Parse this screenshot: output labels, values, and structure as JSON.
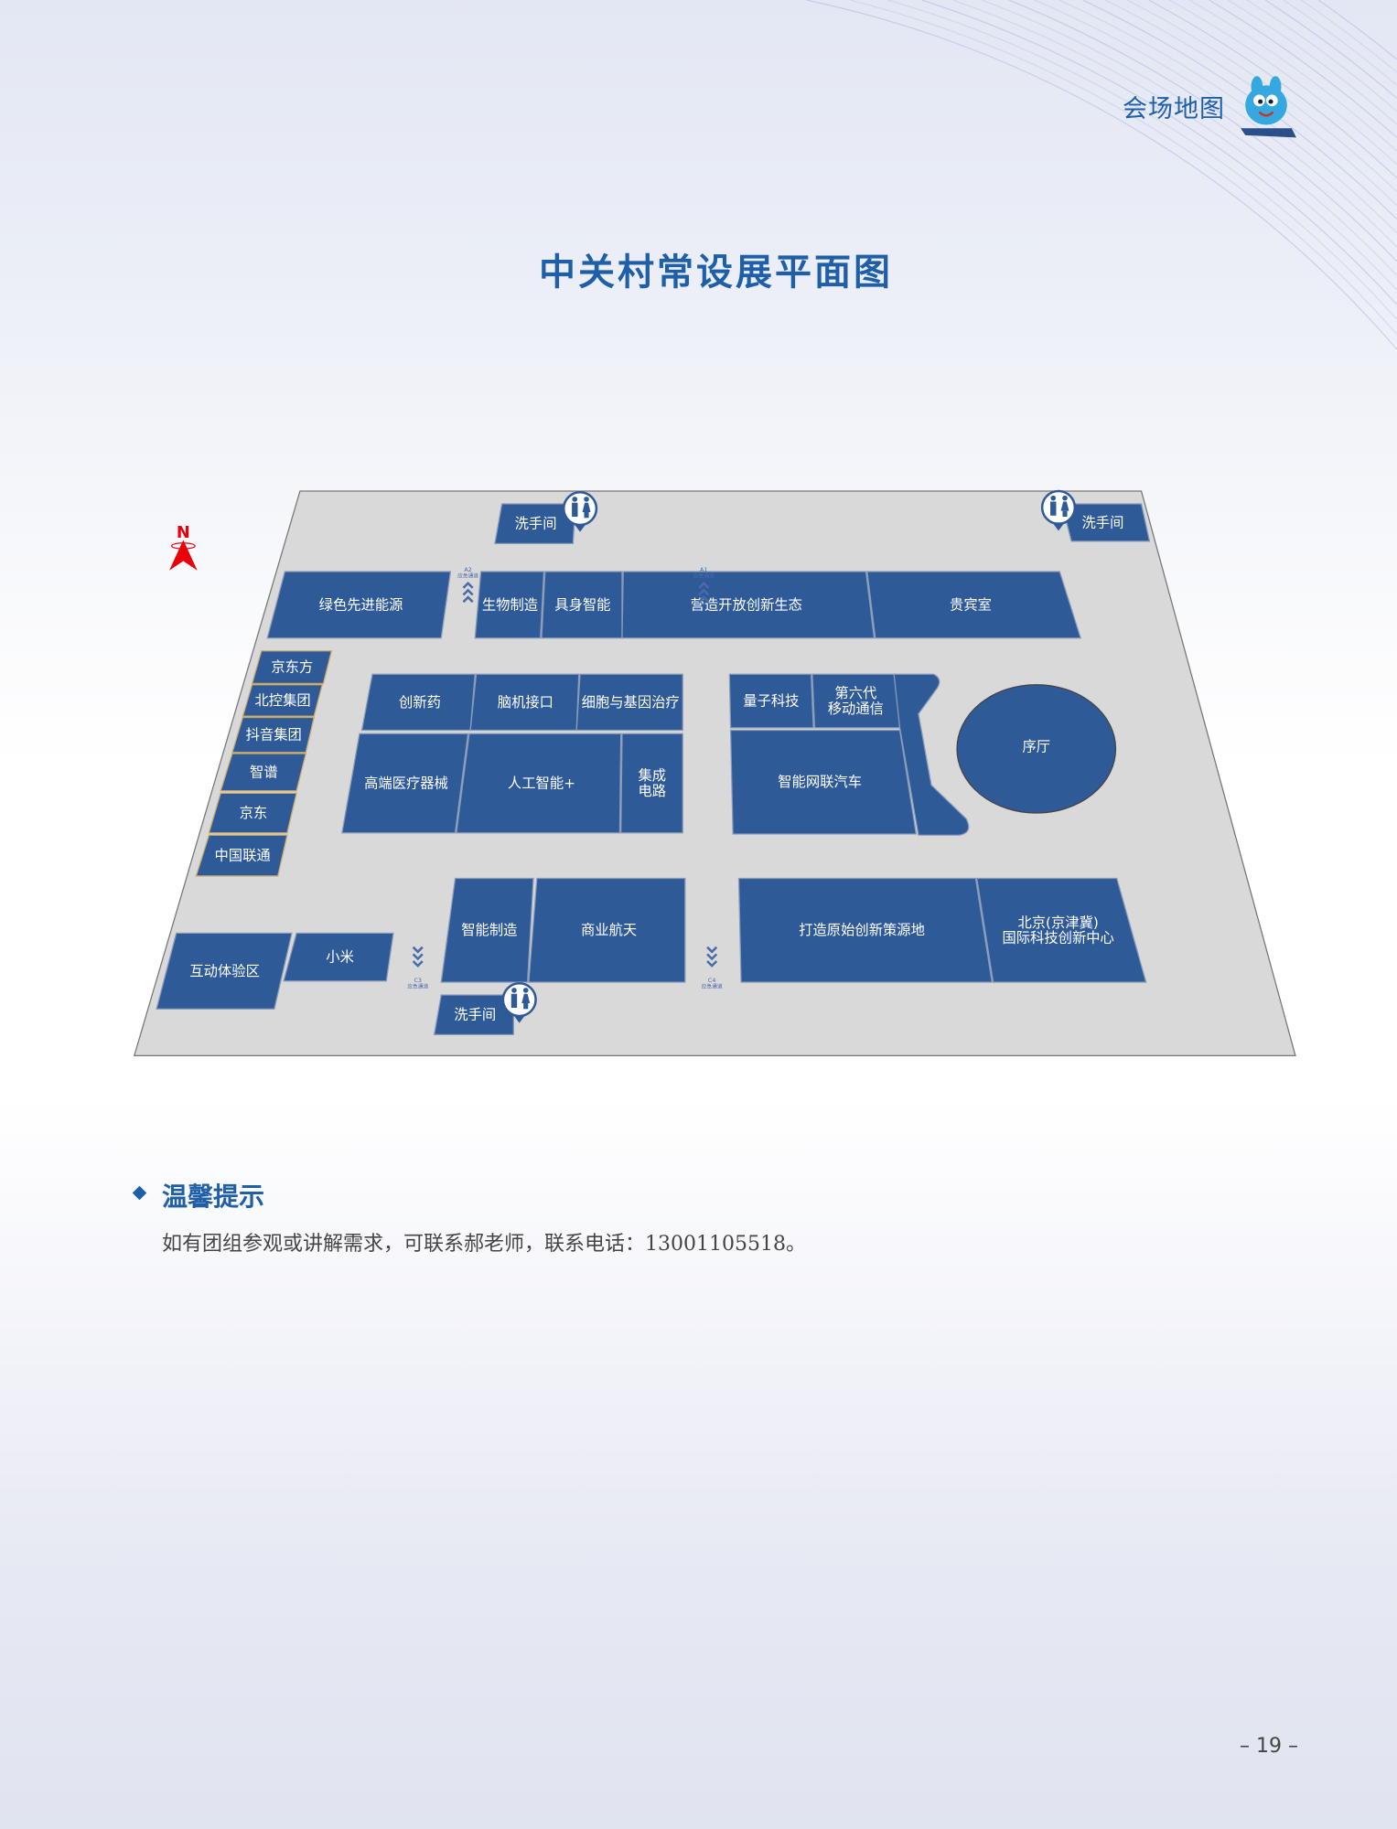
{
  "header": {
    "section": "会场地图"
  },
  "page_title": "中关村常设展平面图",
  "colors": {
    "accent": "#1f5fa8",
    "booth": "#2f5a98",
    "floor": "#d9d9d9",
    "compass": "#e8000b"
  },
  "compass": {
    "label": "N"
  },
  "restroom_label": "洗手间",
  "booths": [
    "绿色先进能源",
    "生物制造",
    "具身智能",
    "营造开放创新生态",
    "贵宾室",
    "京东方",
    "北控集团",
    "抖音集团",
    "智谱",
    "京东",
    "中国联通",
    "创新药",
    "脑机接口",
    "细胞与基因治疗",
    "高端医疗器械",
    "人工智能+",
    "集成\n电路",
    "量子科技",
    "第六代\n移动通信",
    "智能网联汽车",
    "智能制造",
    "商业航天",
    "打造原始创新策源地",
    "北京(京津冀)\n国际科技创新中心",
    "互动体验区",
    "小米"
  ],
  "hall": "序厅",
  "exits": [
    {
      "code": "A2",
      "label": "应急通道"
    },
    {
      "code": "A1",
      "label": "应急通道"
    },
    {
      "code": "C3",
      "label": "应急通道"
    },
    {
      "code": "C4",
      "label": "应急通道"
    }
  ],
  "tips": {
    "heading": "温馨提示",
    "body": "如有团组参观或讲解需求，可联系郝老师，联系电话：13001105518。"
  },
  "page_number": "– 19 –"
}
